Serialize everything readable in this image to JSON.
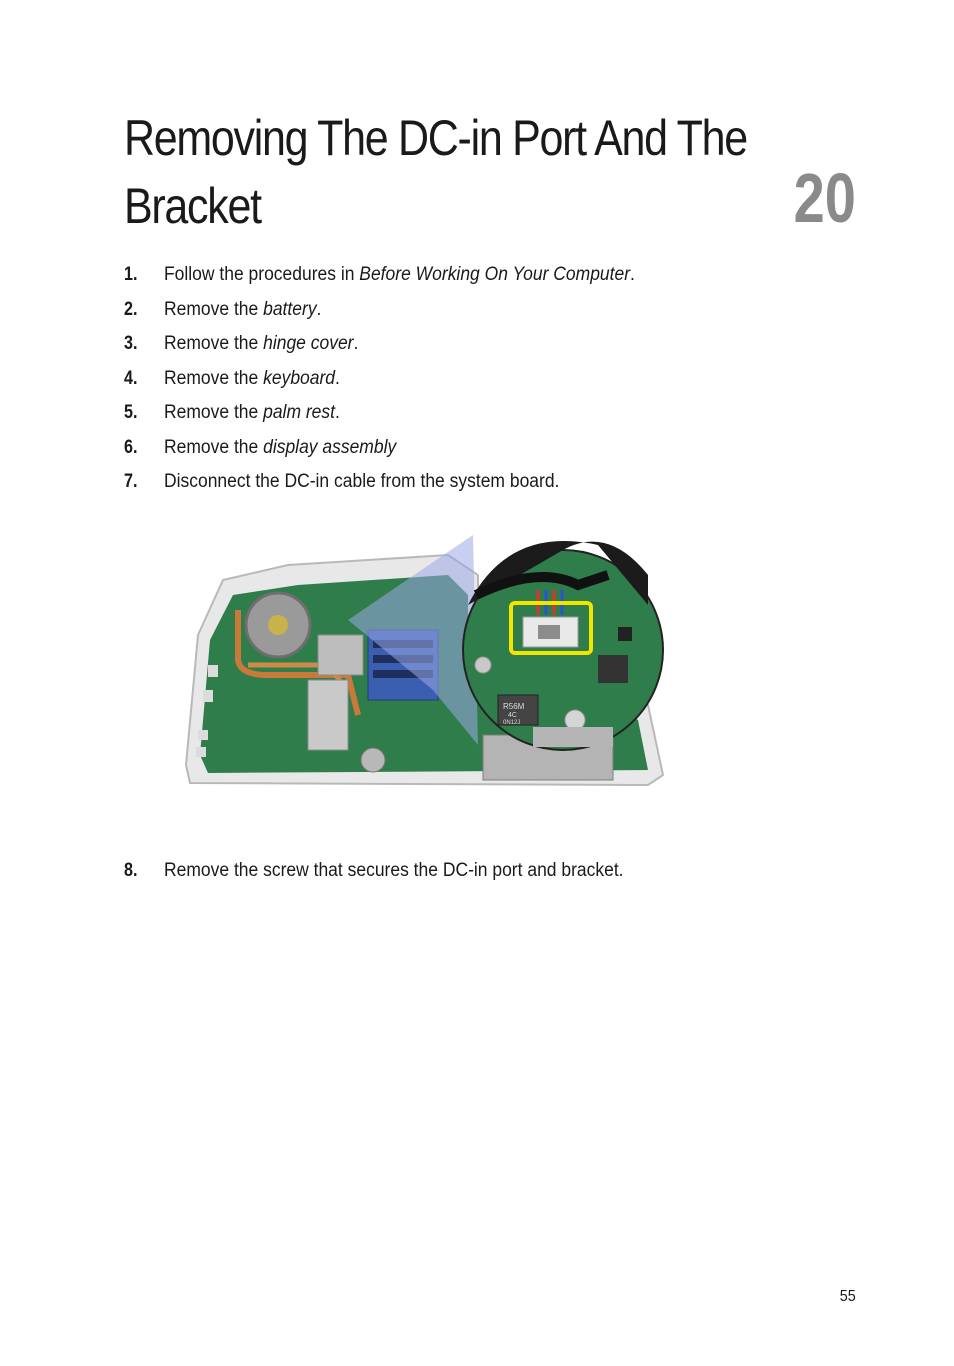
{
  "chapter": {
    "title_line1": "Removing The DC-in Port And The",
    "title_line2": "Bracket",
    "number": "20"
  },
  "steps": [
    {
      "num": "1.",
      "text": "Follow the procedures in ",
      "link": "Before Working On Your Computer",
      "suffix": "."
    },
    {
      "num": "2.",
      "text": "Remove the ",
      "link": "battery",
      "suffix": "."
    },
    {
      "num": "3.",
      "text": "Remove the ",
      "link": "hinge cover",
      "suffix": "."
    },
    {
      "num": "4.",
      "text": "Remove the ",
      "link": "keyboard",
      "suffix": "."
    },
    {
      "num": "5.",
      "text": "Remove the ",
      "link": "palm rest",
      "suffix": "."
    },
    {
      "num": "6.",
      "text": "Remove the ",
      "link": "display assembly",
      "suffix": ""
    },
    {
      "num": "7.",
      "text": "Disconnect the DC-in cable from the system board.",
      "link": "",
      "suffix": ""
    }
  ],
  "step8": {
    "num": "8.",
    "text": "Remove the screw that secures the DC-in port and bracket."
  },
  "figure": {
    "chip_label_1": "R56M",
    "chip_label_2": "4C",
    "chip_label_3": "0N12J"
  },
  "colors": {
    "board_green": "#2f7d4a",
    "callout_yellow": "#f2e600",
    "chapter_gray": "#8a8a8a"
  },
  "page_number": "55"
}
